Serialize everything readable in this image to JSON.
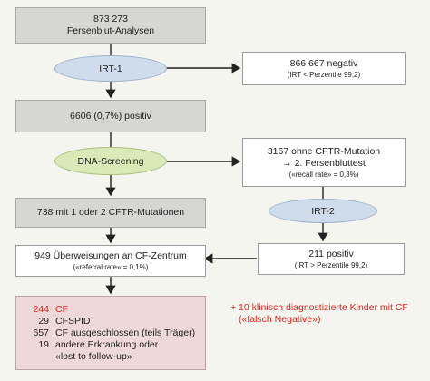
{
  "box1": {
    "line1": "873 273",
    "line2": "Fersenblut-Analysen"
  },
  "irt1": "IRT-1",
  "neg1": {
    "line1": "866 667 negativ",
    "line2": "(IRT < Perzentile 99,2)"
  },
  "pos1": "6606 (0,7%) positiv",
  "dna": "DNA-Screening",
  "nomut": {
    "line1": "3167 ohne CFTR-Mutation",
    "line2": "→ 2. Fersenbluttest",
    "line3": "(«recall rate» = 0,3%)"
  },
  "mut": "738 mit 1 oder 2 CFTR-Mutationen",
  "irt2": "IRT-2",
  "referral": {
    "line1": "949 Überweisungen an CF-Zentrum",
    "line2": "(«referral rate» = 0,1%)"
  },
  "pos2": {
    "line1": "211 positiv",
    "line2": "(IRT > Perzentile 99,2)"
  },
  "outcomes": [
    {
      "num": "244",
      "label": "CF"
    },
    {
      "num": "29",
      "label": "CFSPID"
    },
    {
      "num": "657",
      "label": "CF ausgeschlossen (teils Träger)"
    },
    {
      "num": "19",
      "label": "andere Erkrankung oder"
    },
    {
      "num": "",
      "label": "«lost to follow-up»"
    }
  ],
  "note": {
    "line1": "+ 10 klinisch diagnostizierte Kinder mit CF",
    "line2": "(«falsch Negative»)"
  },
  "colors": {
    "accent_red": "#d9231b",
    "grey_box": "#d6d6d4",
    "pink_box": "#efd9d8",
    "blue_ellipse": "#cfdceb",
    "green_ellipse": "#d9e9b7"
  }
}
